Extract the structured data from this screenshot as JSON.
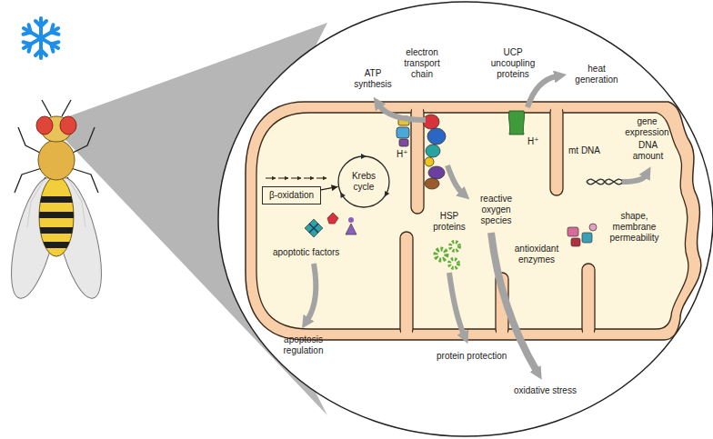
{
  "diagram": {
    "nodes": [
      {
        "text": [
          "β-oxidation"
        ]
      },
      {
        "text": [
          "Krebs cycle"
        ]
      }
    ],
    "edges": [
      {
        "from": 0,
        "to": 1,
        "arrow": "to"
      }
    ],
    "labels": [
      "ATP synthesis",
      "electron transport chain",
      "UCP uncoupling proteins",
      "heat generation",
      "H⁺",
      "H⁺",
      "mt DNA",
      "gene expression",
      "DNA amount",
      "shape, membrane permeability",
      "reactive oxygen species",
      "antioxidant enzymes",
      "HSP proteins",
      "apoptotic factors",
      "apoptosis regulation",
      "protein protection",
      "oxidative stress"
    ]
  }
}
